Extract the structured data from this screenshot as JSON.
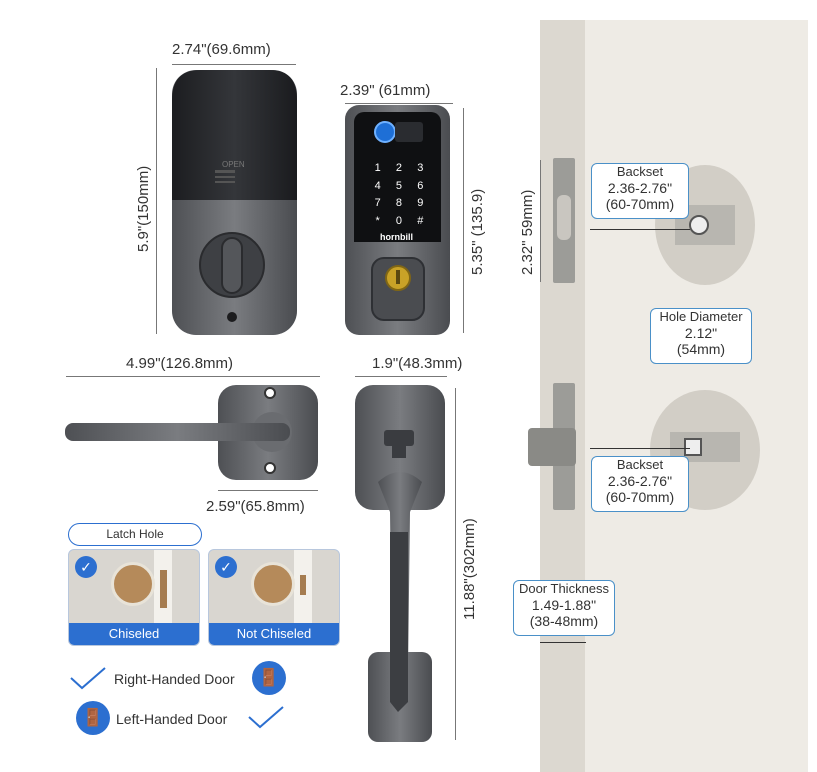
{
  "dims": {
    "deadbolt_width": "2.74\"(69.6mm)",
    "deadbolt_height": "5.9\"(150mm)",
    "keypad_width": "2.39\"  (61mm)",
    "keypad_height": "5.35\"  (135.9)",
    "lever_length": "4.99\"(126.8mm)",
    "rose_width": "2.59\"(65.8mm)",
    "handle_width": "1.9\"(48.3mm)",
    "handle_height": "11.88\"(302mm)",
    "strike_height": "2.32\"  59mm)"
  },
  "keypad": {
    "keys": [
      "1",
      "2",
      "3",
      "4",
      "5",
      "6",
      "7",
      "8",
      "9",
      "*",
      "0",
      "#"
    ],
    "brand": "hornbill"
  },
  "deadbolt": {
    "label": "OPEN"
  },
  "callouts": {
    "backset_top": {
      "title": "Backset",
      "line1": "2.36-2.76\"",
      "line2": "(60-70mm)"
    },
    "hole_diameter": {
      "title": "Hole Diameter",
      "line1": "2.12\"",
      "line2": "(54mm)"
    },
    "backset_bottom": {
      "title": "Backset",
      "line1": "2.36-2.76\"",
      "line2": "(60-70mm)"
    },
    "door_thickness": {
      "title": "Door Thickness",
      "line1": "1.49-1.88\"",
      "line2": "(38-48mm)"
    }
  },
  "latch": {
    "title": "Latch Hole",
    "option1": "Chiseled",
    "option2": "Not Chiseled"
  },
  "handing": {
    "right": "Right-Handed Door",
    "left": "Left-Handed Door"
  },
  "colors": {
    "accent": "#2c6fd0",
    "callout_border": "#4a90c8",
    "metal": "#5c5e62",
    "door": "#ece9e3"
  }
}
